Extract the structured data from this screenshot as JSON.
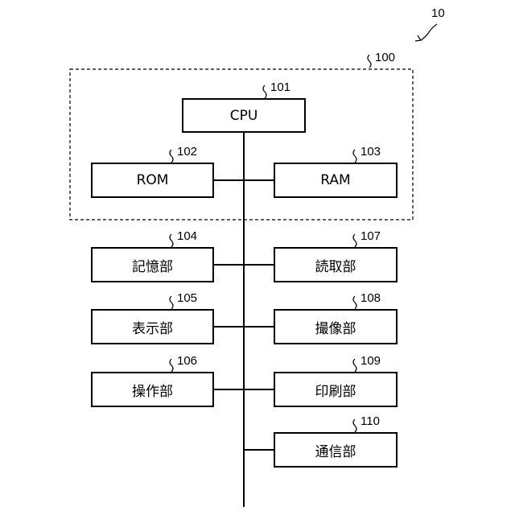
{
  "diagram": {
    "ref_device": "10",
    "ref_group": "100",
    "blocks": {
      "cpu": {
        "label": "CPU",
        "ref": "101"
      },
      "rom": {
        "label": "ROM",
        "ref": "102"
      },
      "ram": {
        "label": "RAM",
        "ref": "103"
      },
      "storage": {
        "label": "記憶部",
        "ref": "104"
      },
      "display": {
        "label": "表示部",
        "ref": "105"
      },
      "operation": {
        "label": "操作部",
        "ref": "106"
      },
      "reading": {
        "label": "読取部",
        "ref": "107"
      },
      "imaging": {
        "label": "撮像部",
        "ref": "108"
      },
      "printing": {
        "label": "印刷部",
        "ref": "109"
      },
      "communication": {
        "label": "通信部",
        "ref": "110"
      }
    }
  }
}
